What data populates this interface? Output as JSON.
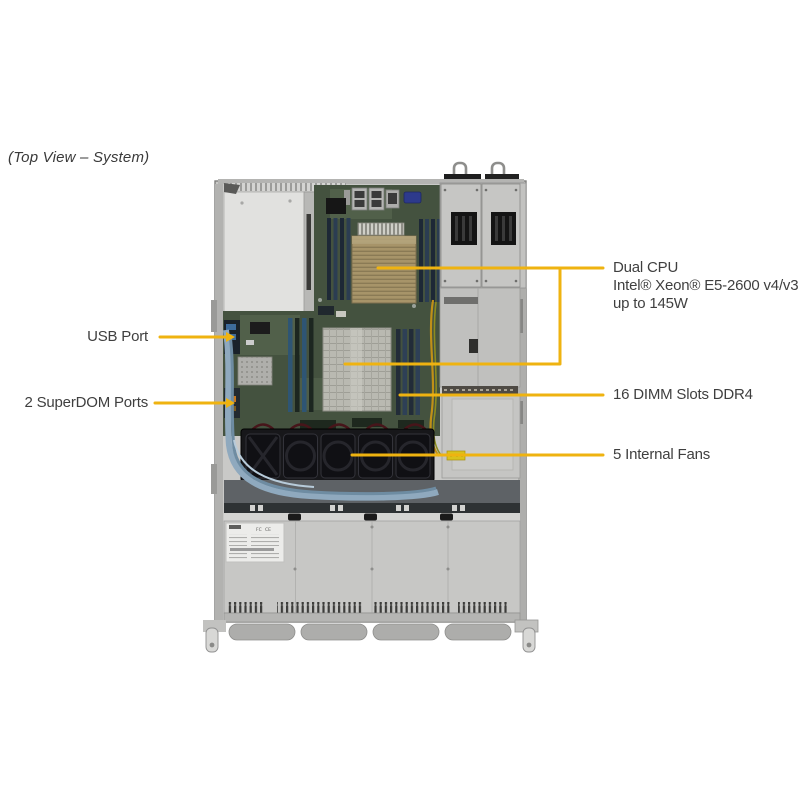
{
  "colors": {
    "accent": "#EFB310",
    "label_text": "#3F3F3F",
    "background": "#FFFFFF"
  },
  "title": {
    "text": "(Top View – System)"
  },
  "callouts": {
    "dual_cpu": {
      "lines": [
        "Dual CPU",
        "Intel® Xeon® E5-2600 v4/v3",
        "up to 145W"
      ]
    },
    "dimm": {
      "text": "16 DIMM Slots DDR4"
    },
    "fans": {
      "text": "5 Internal Fans"
    },
    "usb": {
      "text": "USB Port"
    },
    "superdom": {
      "text": "2 SuperDOM Ports"
    }
  },
  "illustration": {
    "subject": "1U-server-chassis-top-view",
    "component_names": [
      "riser-bay",
      "motherboard",
      "cpu1-heatsink",
      "cpu2-heatsink",
      "dimm-slot-banks",
      "chipset-heatsink",
      "usb-port-header",
      "superdom-ports",
      "psu-module-left",
      "psu-module-right",
      "power-distribution-board",
      "fan-assembly-5x",
      "sata-cable-bundle",
      "drive-backplane",
      "front-drive-cover",
      "compliance-label",
      "vent-slots",
      "mounting-ears"
    ]
  },
  "sticker": {
    "marks": [
      "FC",
      "CE"
    ]
  }
}
